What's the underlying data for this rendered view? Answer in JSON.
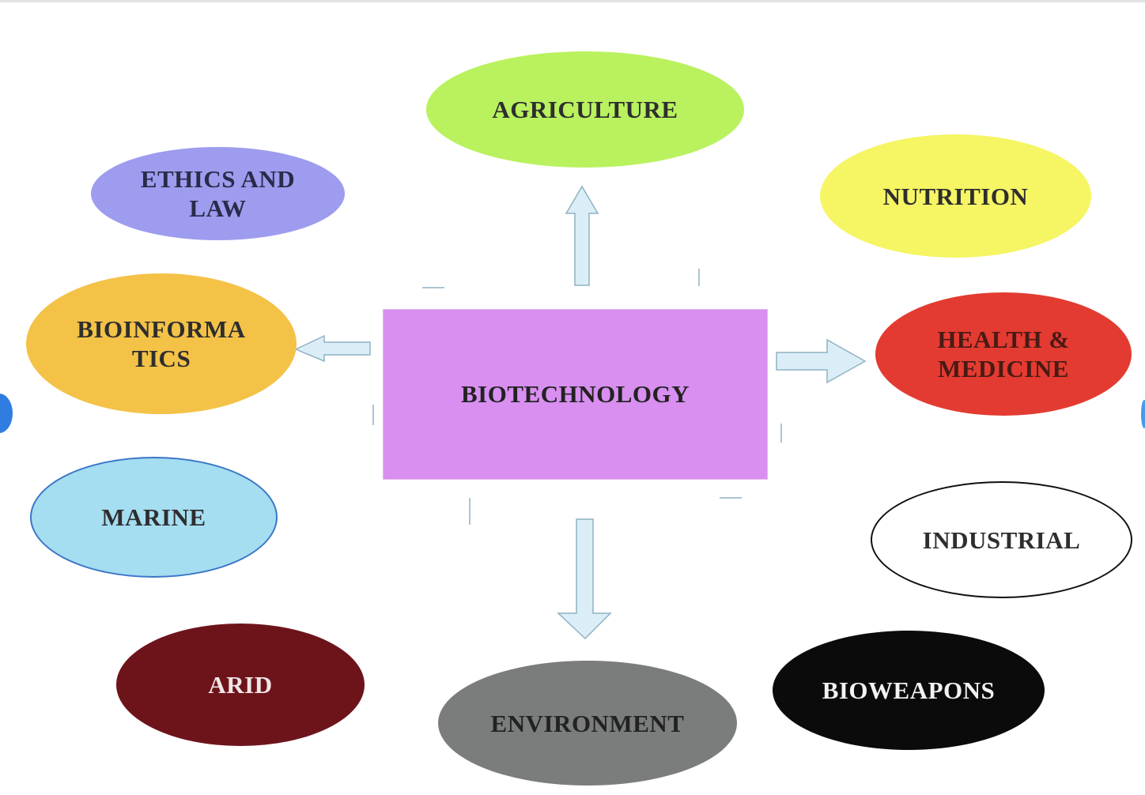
{
  "center": {
    "label": "BIOTECHNOLOGY"
  },
  "nodes": {
    "agriculture": {
      "label": "AGRICULTURE"
    },
    "nutrition": {
      "label": "NUTRITION"
    },
    "ethics_law": {
      "label_line1": "ETHICS AND",
      "label_line2": "LAW"
    },
    "bioinformatics": {
      "label_line1": "BIOINFORMA",
      "label_line2": "TICS"
    },
    "health": {
      "label_line1": "HEALTH &",
      "label_line2": "MEDICINE"
    },
    "marine": {
      "label": "MARINE"
    },
    "industrial": {
      "label": "INDUSTRIAL"
    },
    "arid": {
      "label": "ARID"
    },
    "environment": {
      "label": "ENVIRONMENT"
    },
    "bioweapons": {
      "label": "BIOWEAPONS"
    }
  },
  "colors": {
    "center": "#d88ff0",
    "agriculture": "#b9f25e",
    "nutrition": "#f6f564",
    "ethics_law": "#9d9cee",
    "bioinformatics": "#f3c247",
    "health": "#e33b31",
    "marine": "#a5ddf1",
    "industrial": "#ffffff",
    "arid": "#6d141b",
    "environment": "#7b7d7d",
    "bioweapons": "#0b0b0b",
    "arrow_fill": "#dbeef7",
    "arrow_stroke": "#8fb2c4"
  }
}
